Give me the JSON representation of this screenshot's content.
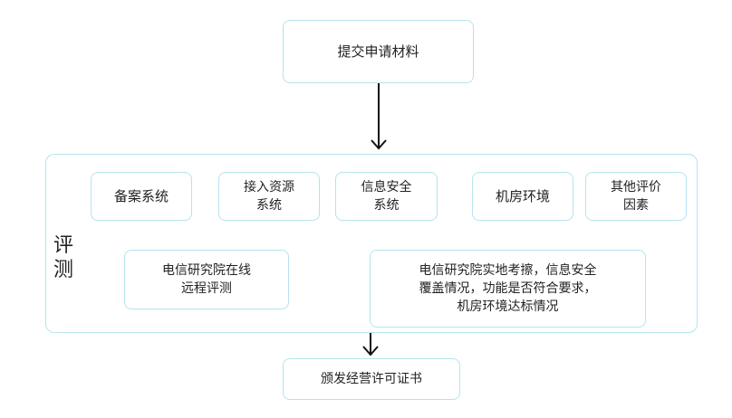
{
  "top": {
    "label": "提交申请材料"
  },
  "group": {
    "label_chars": [
      "评",
      "测"
    ],
    "items": [
      {
        "lines": [
          "备案系统"
        ]
      },
      {
        "lines": [
          "接入资源",
          "系统"
        ]
      },
      {
        "lines": [
          "信息安全",
          "系统"
        ]
      },
      {
        "lines": [
          "机房环境"
        ]
      },
      {
        "lines": [
          "其他评价",
          "因素"
        ]
      }
    ],
    "remote_eval": {
      "lines": [
        "电信研究院在线",
        "远程评测"
      ]
    },
    "onsite_eval": {
      "lines": [
        "电信研究院实地考擦，信息安全",
        "覆盖情况，功能是否符合要求，",
        "机房环境达标情况"
      ]
    }
  },
  "bottom": {
    "label": "颁发经营许可证书"
  }
}
